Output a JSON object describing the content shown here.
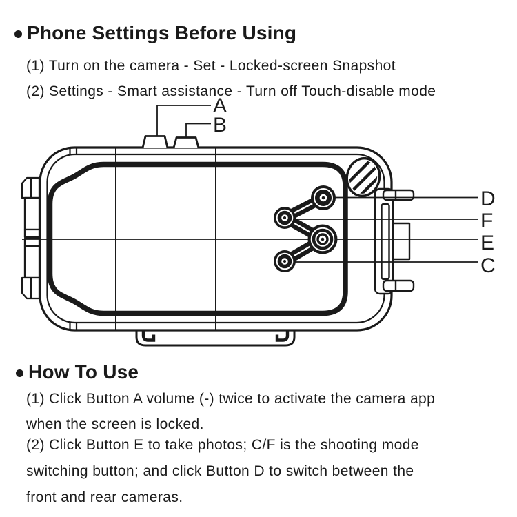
{
  "ink": "#1a1a1a",
  "section_settings": {
    "title": "Phone Settings Before Using",
    "lines": [
      "(1) Turn on the camera - Set - Locked-screen Snapshot",
      "(2) Settings - Smart assistance - Turn off Touch-disable mode"
    ]
  },
  "diagram": {
    "labels": {
      "a": "A",
      "b": "B",
      "c": "C",
      "d": "D",
      "e": "E",
      "f": "F"
    }
  },
  "section_howto": {
    "title": "How To Use",
    "para1": [
      "(1) Click Button A volume (-) twice to activate the camera app",
      "when the screen is locked."
    ],
    "para2": [
      "(2) Click Button E to take photos; C/F is the shooting mode",
      "switching button; and click Button D to switch between the",
      "front and rear cameras."
    ]
  }
}
